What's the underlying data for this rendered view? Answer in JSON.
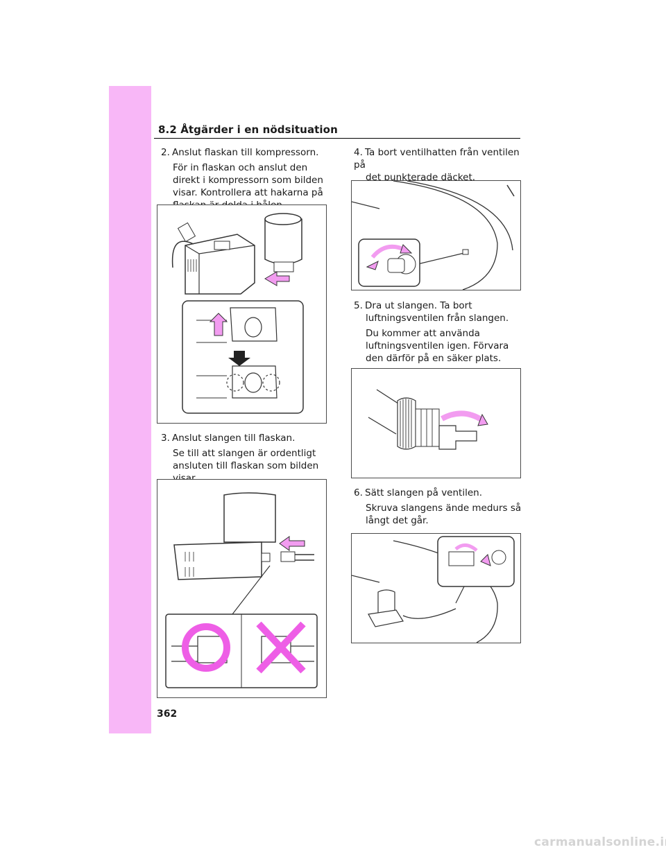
{
  "section": {
    "title": "8.2 Åtgärder i en nödsituation"
  },
  "steps": [
    {
      "number": "2.",
      "title": "Anslut flaskan till kompressorn.",
      "body": "För in flaskan och anslut den direkt i kompressorn som bilden visar. Kontrollera att hakarna på flaskan är dolda i hålen."
    },
    {
      "number": "3.",
      "title": "Anslut slangen till flaskan.",
      "body": "Se till att slangen är ordentligt ansluten till flaskan som bilden visar."
    },
    {
      "number": "4.",
      "title": "Ta bort ventilhatten från ventilen på",
      "title_cont": "det punkterade däcket."
    },
    {
      "number": "5.",
      "title": "Dra ut slangen. Ta bort",
      "title_cont": "luftningsventilen från slangen.",
      "body": "Du kommer att använda luftningsventilen igen. Förvara den därför på en säker plats."
    },
    {
      "number": "6.",
      "title": "Sätt slangen på ventilen.",
      "body": "Skruva slangens ände medurs så långt det går."
    }
  ],
  "page_number": "362",
  "watermark": "carmanualsonline.info",
  "colors": {
    "accent": "#f8b7f7",
    "arrow": "#f29cf0",
    "highlight": "#ee5ee6"
  }
}
